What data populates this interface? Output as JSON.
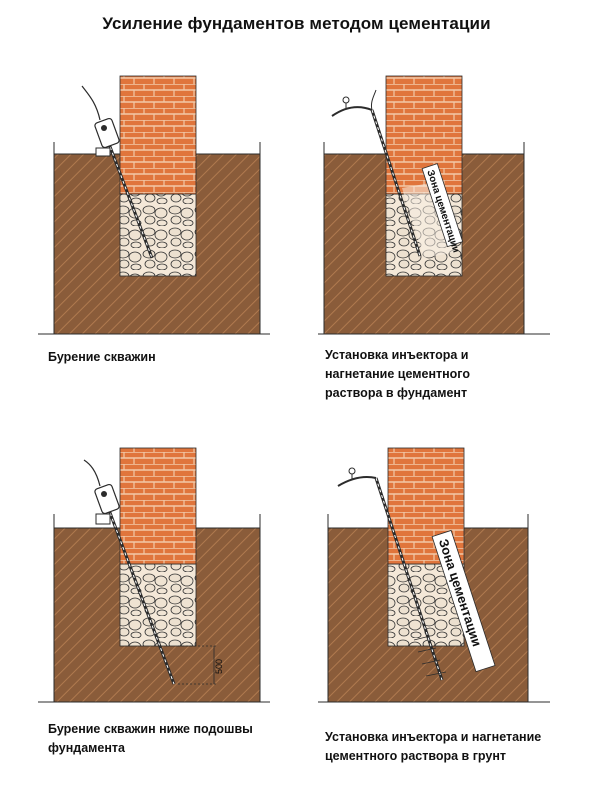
{
  "title": "Усиление фундаментов методом цементации",
  "panels": [
    {
      "caption_lines": [
        "Бурение скважин"
      ],
      "zone_label": "",
      "dim_label": ""
    },
    {
      "caption_lines": [
        "Установка инъектора и",
        "нагнетание цементного",
        "раствора "
      ],
      "caption_bold_tail": "в фундамент",
      "zone_label": "Зона цементации",
      "dim_label": ""
    },
    {
      "caption_lines": [
        "Бурение скважин ниже подошвы",
        "фундамента"
      ],
      "zone_label": "",
      "dim_label": "500"
    },
    {
      "caption_lines": [
        "Установка инъектора и нагнетание",
        "цементного раствора в грунт"
      ],
      "zone_label": "Зона цементации",
      "dim_label": ""
    }
  ],
  "colors": {
    "soil": "#8a5c3a",
    "soil_hatch": "#a7744c",
    "brick": "#e0753c",
    "mortar": "#f2c9a8",
    "rubble": "#f3e6d4",
    "stone_fill": "#ede2d2",
    "line": "#2b2b2b"
  },
  "icons": [
    "drill-icon",
    "injector-icon"
  ]
}
